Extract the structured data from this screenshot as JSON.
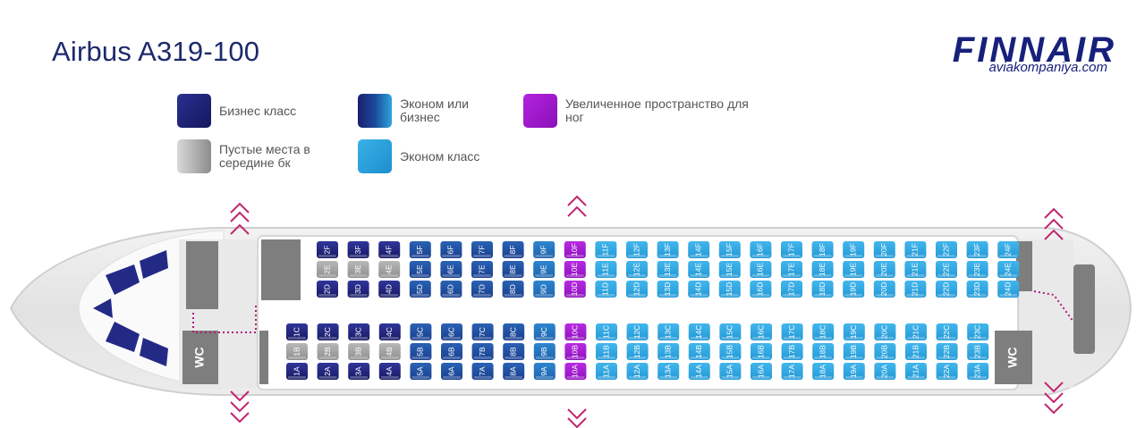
{
  "header": {
    "title": "Airbus A319-100",
    "brand_name": "FINNAIR",
    "brand_site": "aviakompaniya.com"
  },
  "legend": [
    {
      "key": "business",
      "label": "Бизнес класс",
      "color": "#24287e"
    },
    {
      "key": "eco_or_business",
      "label": "Эконом или бизнес",
      "color": "#1a4fa0"
    },
    {
      "key": "extra_legroom",
      "label": "Увеличенное пространство для ног",
      "color": "#a41ad0"
    },
    {
      "key": "empty_middle",
      "label": "Пустые места в середине бк",
      "color": "#9c9c9c"
    },
    {
      "key": "economy",
      "label": "Эконом класс",
      "color": "#2fa3dc"
    }
  ],
  "cabin": {
    "wc_label": "WC",
    "rows": [
      1,
      2,
      3,
      4,
      5,
      6,
      7,
      8,
      9,
      10,
      11,
      12,
      13,
      14,
      15,
      16,
      17,
      18,
      19,
      20,
      21,
      22,
      23,
      24
    ],
    "rows_with_left_seats": [
      1,
      2,
      3,
      4,
      5,
      6,
      7,
      8,
      9,
      10,
      11,
      12,
      13,
      14,
      15,
      16,
      17,
      18,
      19,
      20,
      21,
      22,
      23
    ],
    "rows_with_right_seats": [
      2,
      3,
      4,
      5,
      6,
      7,
      8,
      9,
      10,
      11,
      12,
      13,
      14,
      15,
      16,
      17,
      18,
      19,
      20,
      21,
      22,
      23,
      24
    ],
    "class_by_row": {
      "business": [
        1,
        2,
        3,
        4
      ],
      "eco_or_business": [
        5,
        6,
        7,
        8
      ],
      "economy_transition": [
        9
      ],
      "extra_legroom": [
        10
      ],
      "economy": [
        11,
        12,
        13,
        14,
        15,
        16,
        17,
        18,
        19,
        20,
        21,
        22,
        23,
        24
      ]
    },
    "blocked_middle_rows": [
      1,
      2,
      3,
      4
    ]
  }
}
